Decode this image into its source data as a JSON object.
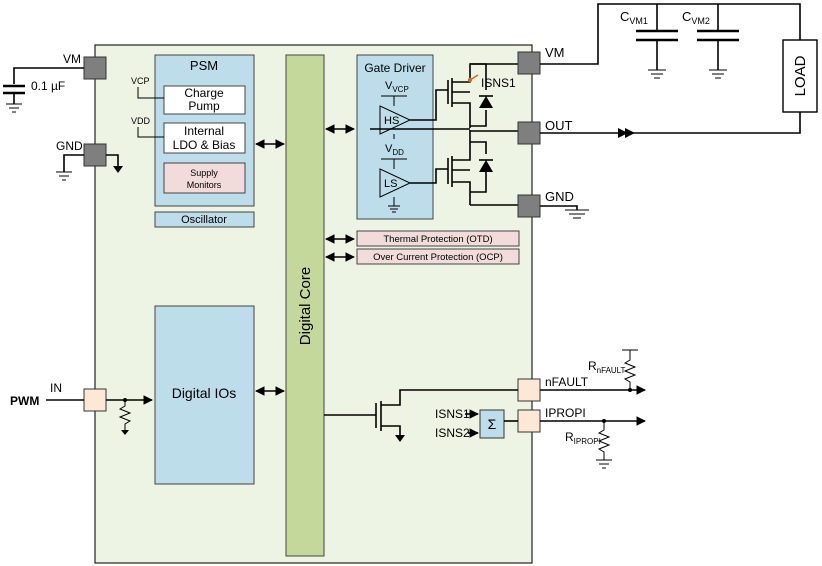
{
  "pins": {
    "vm_left": "VM",
    "gnd_left": "GND",
    "in": "IN",
    "pwm": "PWM",
    "vm_right": "VM",
    "out": "OUT",
    "gnd_right": "GND",
    "nfault": "nFAULT",
    "ipropi": "IPROPI"
  },
  "cap_left": "0.1 µF",
  "psm": {
    "title": "PSM",
    "vcp": "VCP",
    "vdd": "VDD",
    "charge_pump": [
      "Charge",
      "Pump"
    ],
    "ldo": [
      "Internal",
      "LDO & Bias"
    ],
    "supply_monitors": [
      "Supply",
      "Monitors"
    ]
  },
  "oscillator": "Oscillator",
  "digital_core": "Digital Core",
  "digital_ios": "Digital IOs",
  "gate_driver": {
    "title": "Gate Driver",
    "vvcp_main": "V",
    "vvcp_sub": "VCP",
    "vdd_main": "V",
    "vdd_sub": "DD",
    "hs": "HS",
    "ls": "LS"
  },
  "protection": {
    "otd": "Thermal Protection (OTD)",
    "ocp": "Over Current Protection (OCP)"
  },
  "isns": {
    "isns1_top": "ISNS1",
    "isns1": "ISNS1",
    "isns2": "ISNS2",
    "sum": "Σ"
  },
  "external": {
    "cvm1_main": "C",
    "cvm1_sub": "VM1",
    "cvm2_main": "C",
    "cvm2_sub": "VM2",
    "load": "LOAD",
    "rnfault_main": "R",
    "rnfault_sub": "nFAULT",
    "ripropi_main": "R",
    "ripropi_sub": "IPROPI"
  },
  "colors": {
    "ic_body": "#eef4e4",
    "blue_block": "#bcdde9",
    "green_block": "#c4d89c",
    "pink_block": "#f2dcdb",
    "pin_gray": "#7f7f7f",
    "pin_peach": "#fde8d6"
  }
}
